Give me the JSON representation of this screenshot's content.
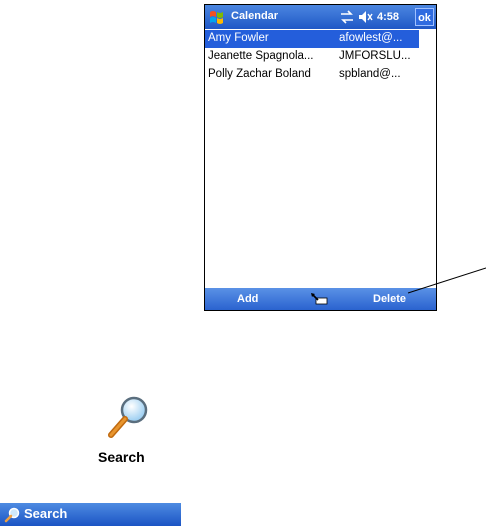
{
  "titlebar": {
    "app_title": "Calendar",
    "time": "4:58",
    "ok_label": "ok"
  },
  "contacts": [
    {
      "name": "Amy Fowler",
      "email": "afowlest@...",
      "selected": true
    },
    {
      "name": "Jeanette Spagnola...",
      "email": "JMFORSLU...",
      "selected": false
    },
    {
      "name": "Polly Zachar Boland",
      "email": "spbland@...",
      "selected": false
    }
  ],
  "menubar": {
    "add_label": "Add",
    "delete_label": "Delete"
  },
  "search_large": {
    "label": "Search"
  },
  "search_bar": {
    "label": "Search"
  },
  "colors": {
    "title_blue": "#245edb",
    "selection": "#245edb",
    "menu_blue": "#2a63cf"
  },
  "icons": [
    "windows-flag-icon",
    "sync-icon",
    "volume-icon",
    "keyboard-sip-icon",
    "magnifier-icon"
  ]
}
